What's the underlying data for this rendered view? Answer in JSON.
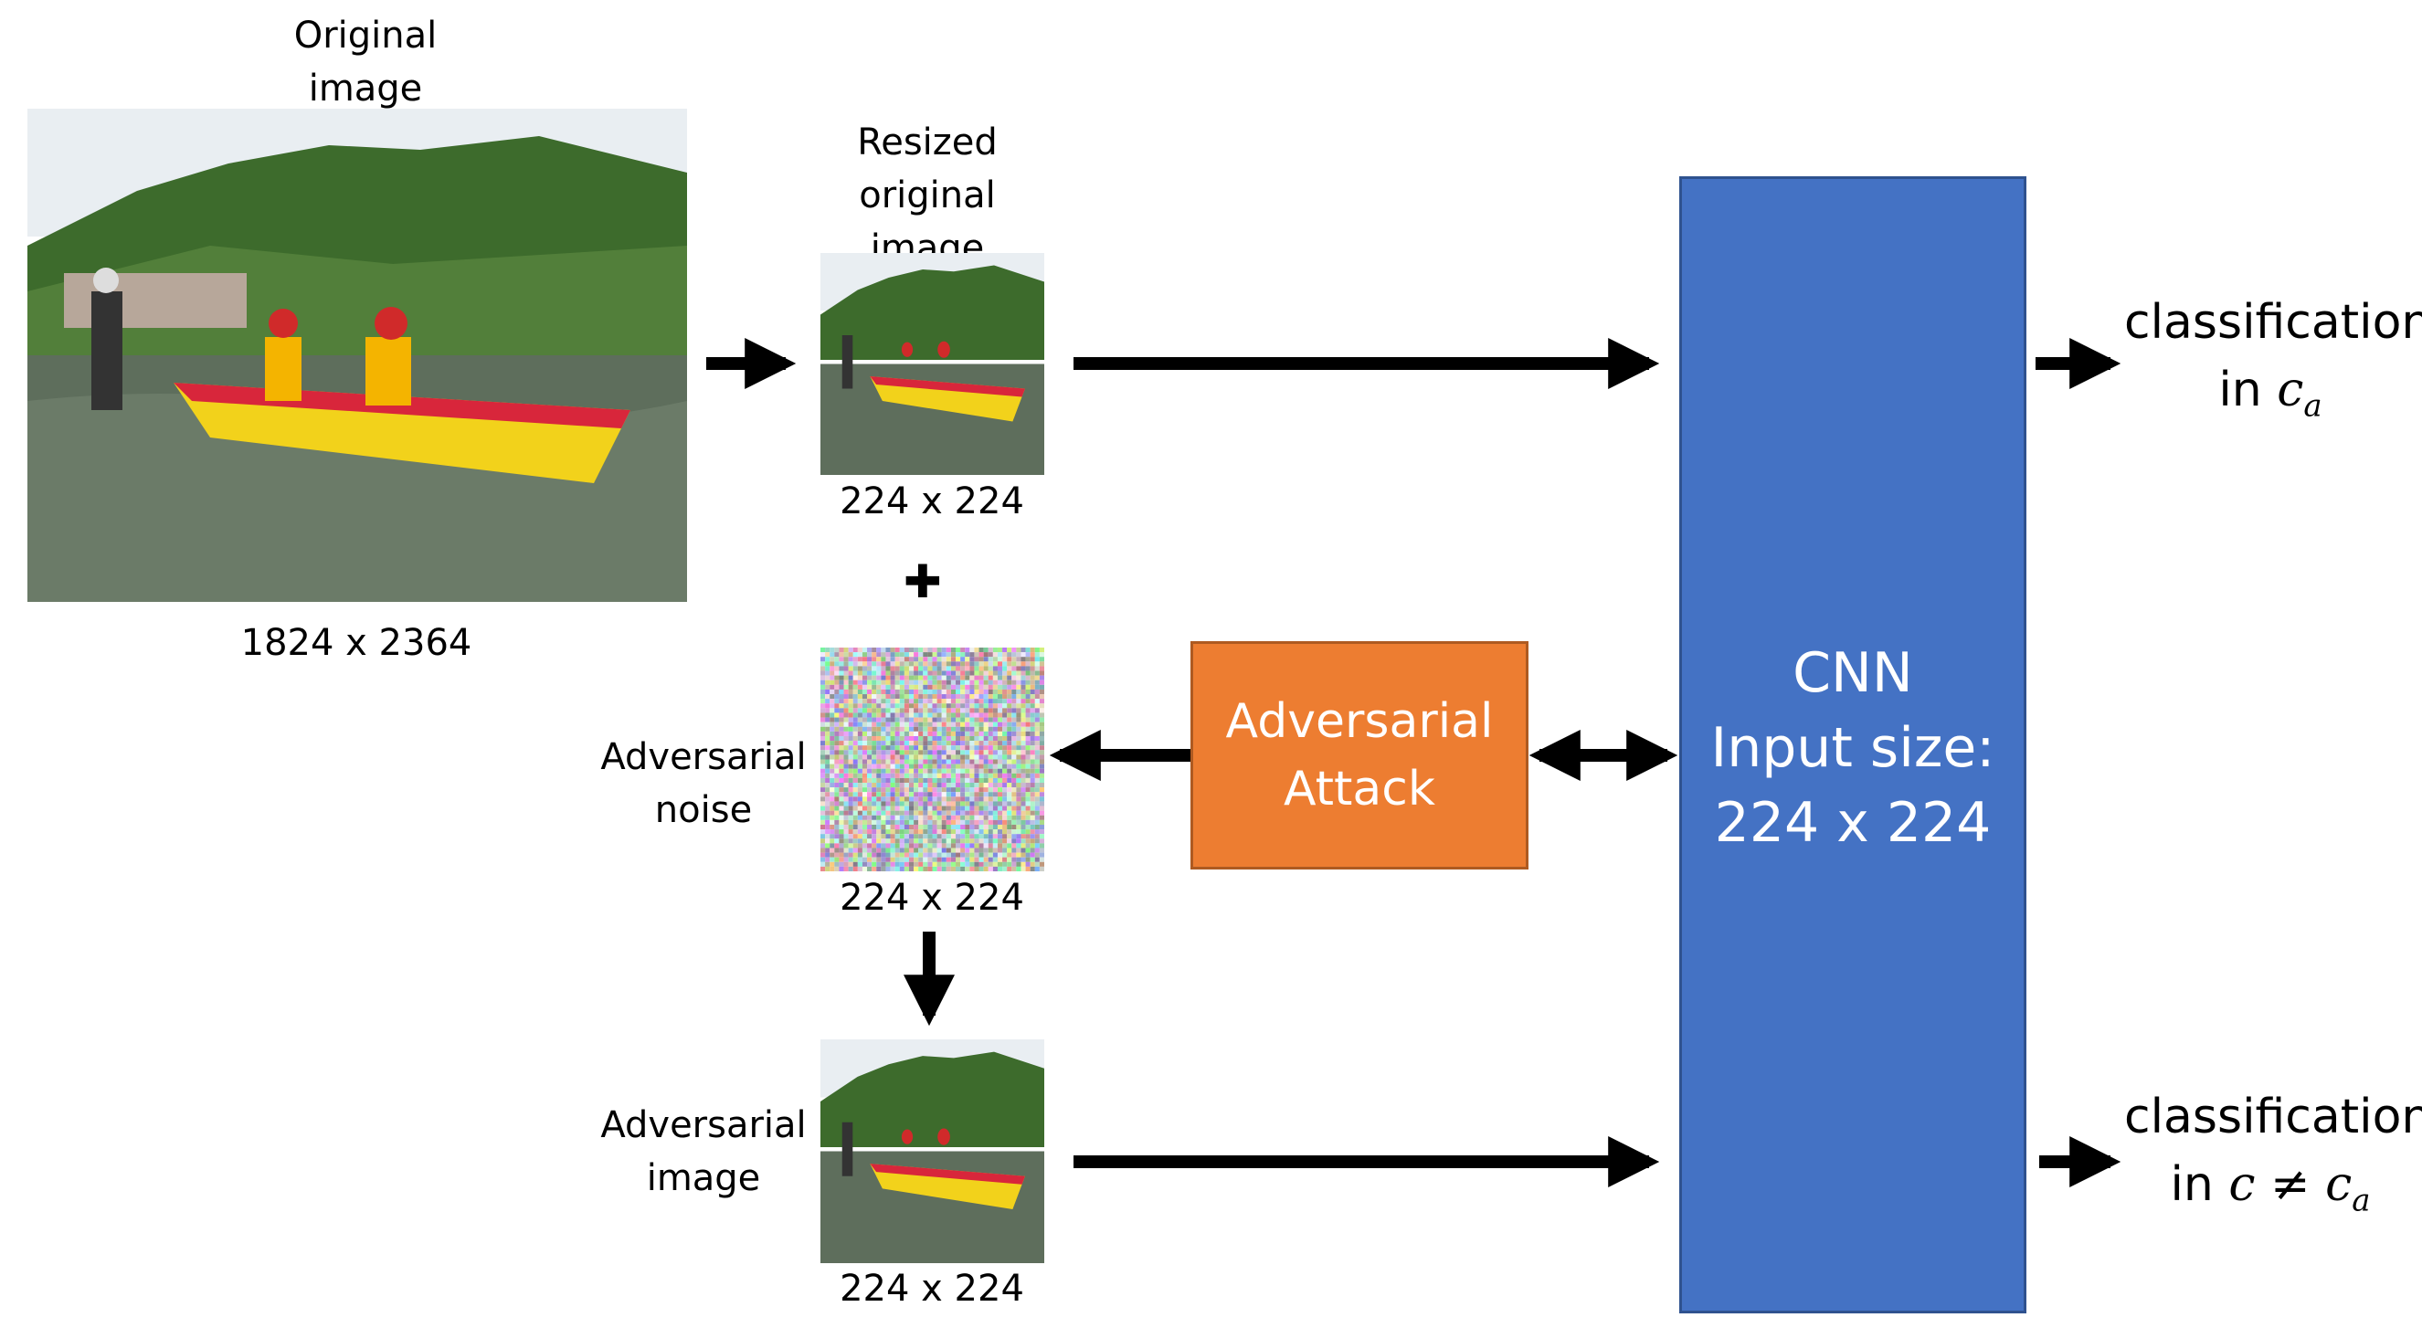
{
  "original": {
    "title_line1": "Original",
    "title_line2": "image",
    "size": "1824 x 2364"
  },
  "resized": {
    "title_line1": "Resized",
    "title_line2": "original",
    "title_line3": "image",
    "size": "224 x 224"
  },
  "noise": {
    "label_line1": "Adversarial",
    "label_line2": "noise",
    "size": "224 x 224"
  },
  "adversarial": {
    "label_line1": "Adversarial",
    "label_line2": "image",
    "size": "224 x 224"
  },
  "plus_symbol": "✚",
  "attack": {
    "line1": "Adversarial",
    "line2": "Attack"
  },
  "cnn": {
    "line1": "CNN",
    "line2": "Input size:",
    "line3": "224 x 224"
  },
  "output_top": {
    "line1": "classification",
    "prefix": "in ",
    "var": "c",
    "sub": "a"
  },
  "output_bottom": {
    "line1": "classification",
    "prefix": "in ",
    "var": "c",
    "neq": " ≠ ",
    "var2": "c",
    "sub": "a"
  },
  "colors": {
    "cnn": "#4472c4",
    "attack": "#ed7d31",
    "arrow": "#000000"
  }
}
